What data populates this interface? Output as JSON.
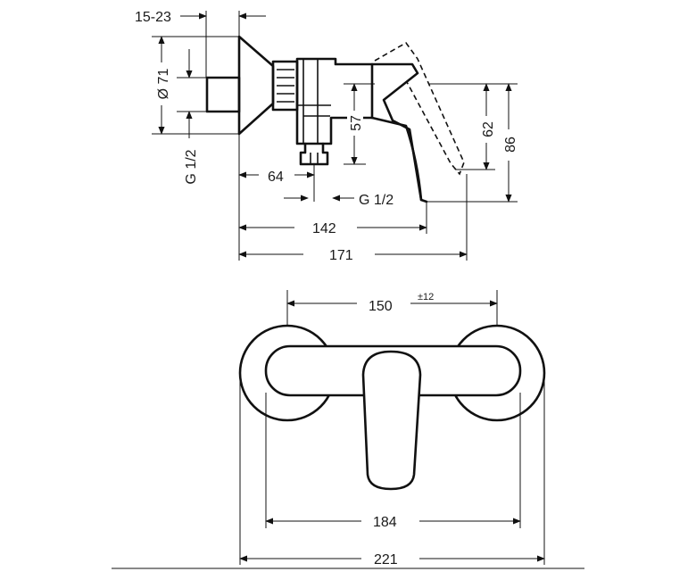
{
  "side_view": {
    "dims": {
      "d15_23": "15-23",
      "dia71": "Ø 71",
      "g12_left": "G 1/2",
      "d64": "64",
      "g12_bottom": "G 1/2",
      "d57": "57",
      "d62": "62",
      "d86": "86",
      "d142": "142",
      "d171": "171"
    }
  },
  "front_view": {
    "dims": {
      "d150": "150",
      "tol12": "±12",
      "d184": "184",
      "d221": "221"
    }
  }
}
